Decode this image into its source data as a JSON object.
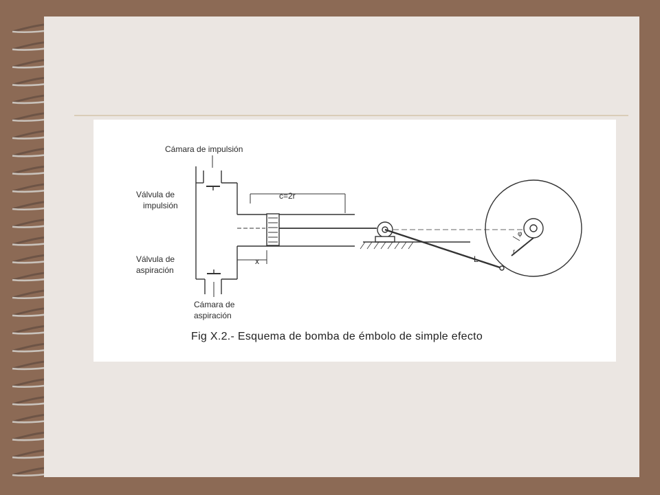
{
  "slide": {
    "background_color": "#8c6a55",
    "page_color": "#ebe6e2",
    "binding": "spiral-binding"
  },
  "figure": {
    "labels": {
      "camara_impulsion": "Cámara de impulsión",
      "valvula_impulsion_1": "Válvula de",
      "valvula_impulsion_2": "impulsión",
      "valvula_aspiracion_1": "Válvula de",
      "valvula_aspiracion_2": "aspiración",
      "camara_aspiracion_1": "Cámara de",
      "camara_aspiracion_2": "aspiración",
      "stroke": "c=2r",
      "x": "x",
      "rod_length": "L",
      "radius": "r",
      "angle": "φ"
    },
    "caption": "Fig X.2.- Esquema de bomba de émbolo de simple efecto"
  }
}
